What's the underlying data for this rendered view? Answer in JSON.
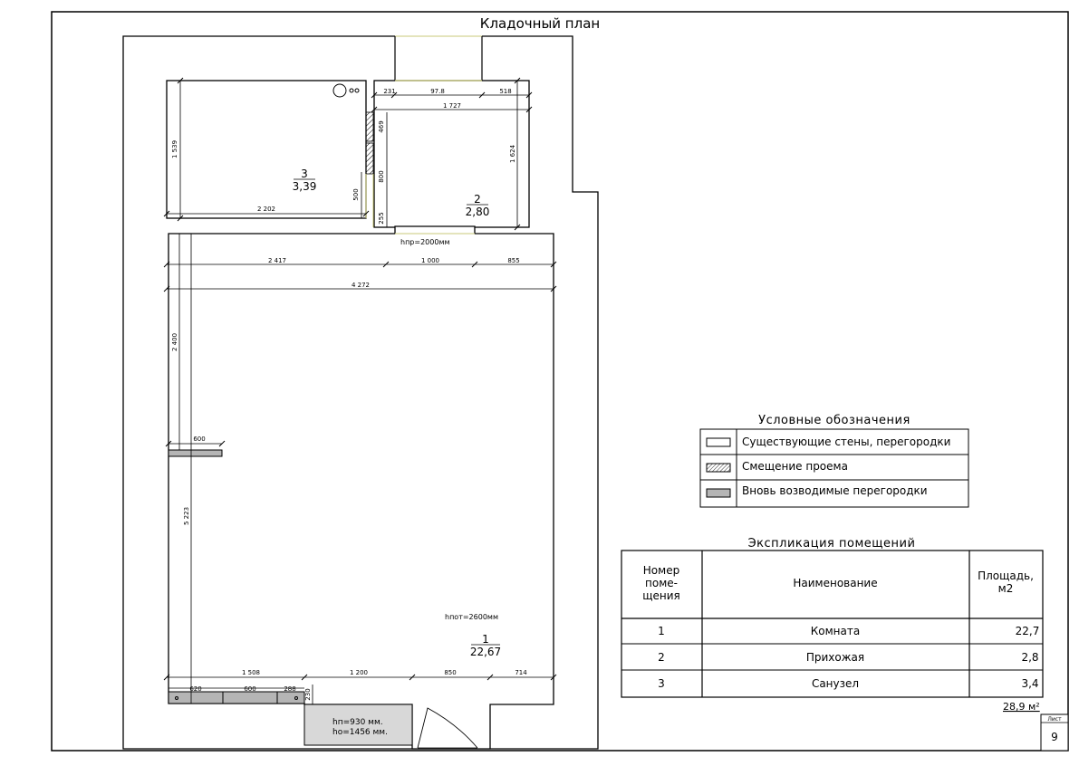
{
  "title": "Кладочный план",
  "rooms": [
    {
      "number": "1",
      "area": "22,67"
    },
    {
      "number": "2",
      "area": "2,80"
    },
    {
      "number": "3",
      "area": "3,39"
    }
  ],
  "dims": {
    "bath_height": "1 539",
    "bath_width": "2 202",
    "bath_500": "500",
    "hall_top_a": "231",
    "hall_top_b": "97.8",
    "hall_top_c": "518",
    "hall_width": "1 727",
    "hall_height": "1 624",
    "hall_469": "469",
    "hall_800": "800",
    "hall_255": "255",
    "top_a": "2 417",
    "top_b": "1 000",
    "top_c": "855",
    "total_width": "4 272",
    "left_2400": "2 400",
    "left_5223": "5 223",
    "partition_600": "600",
    "bot_a": "1 508",
    "bot_b": "1 200",
    "bot_c": "850",
    "bot_d": "714",
    "part_620": "620",
    "part_600": "600",
    "part_288": "288",
    "part_230": "230"
  },
  "notes": {
    "h_door": "hпр=2000мм",
    "h_ceiling": "hпот=2600мм",
    "window_h1": "hп=930 мм.",
    "window_h2": "hо=1456 мм."
  },
  "legend": {
    "title": "Условные обозначения",
    "items": [
      "Существующие стены, перегородки",
      "Смещение проема",
      "Вновь возводимые перегородки"
    ]
  },
  "explication": {
    "title": "Экспликация помещений",
    "headers": [
      "Номер поме-щения",
      "Наименование",
      "Площадь, м2"
    ],
    "header_num_lines": [
      "Номер",
      "поме-",
      "щения"
    ],
    "header_area_lines": [
      "Площадь,",
      "м2"
    ],
    "rows": [
      {
        "num": "1",
        "name": "Комната",
        "area": "22,7"
      },
      {
        "num": "2",
        "name": "Прихожая",
        "area": "2,8"
      },
      {
        "num": "3",
        "name": "Санузел",
        "area": "3,4"
      }
    ],
    "total": "28,9 м²"
  },
  "sheet": {
    "label": "Лист",
    "number": "9"
  }
}
